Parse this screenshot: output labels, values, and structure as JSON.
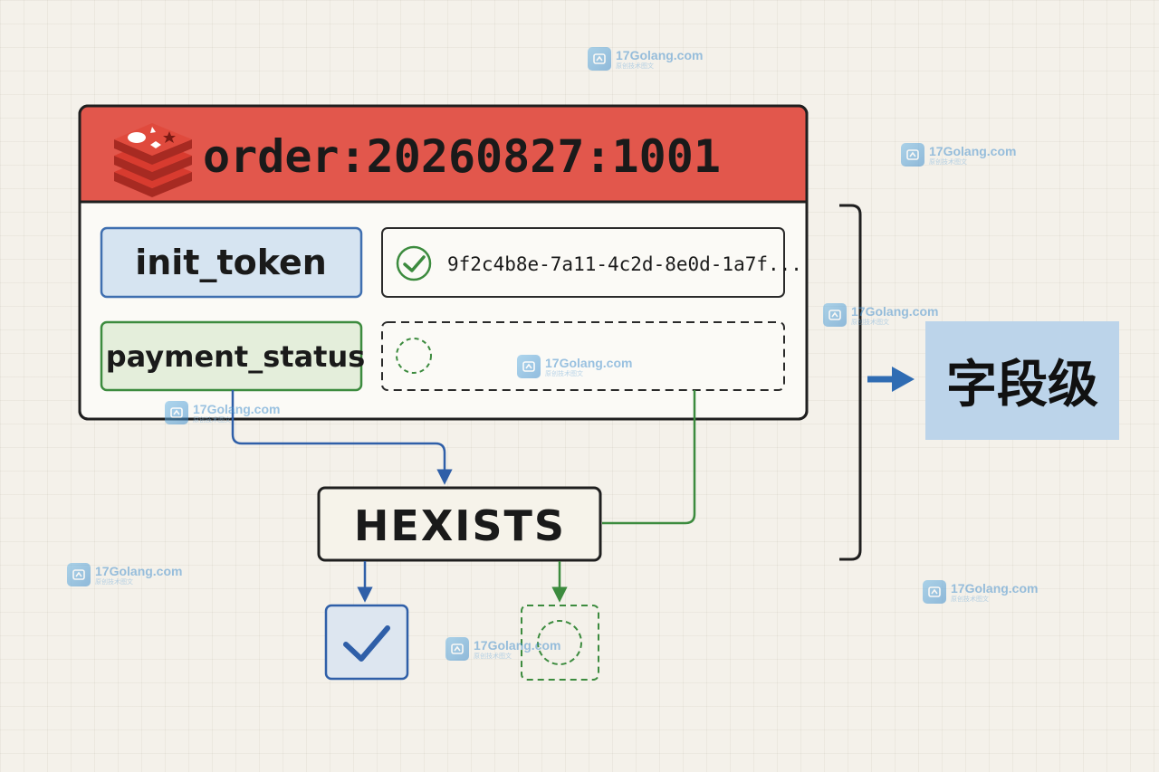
{
  "key": {
    "name": "order:20260827:1001"
  },
  "fields": [
    {
      "name": "init_token",
      "value": "9f2c4b8e-7a11-4c2d-8e0d-1a7f...",
      "exists": true
    },
    {
      "name": "payment_status",
      "value": "",
      "exists": false
    }
  ],
  "command": {
    "label": "HEXISTS"
  },
  "result": {
    "label": "字段级"
  },
  "watermark": {
    "name": "17Golang.com",
    "sub": "原创技术图文"
  },
  "colors": {
    "redis_red": "#e2574c",
    "field_blue": "#3f6fb0",
    "field_blue_fill": "#d6e4f1",
    "field_green": "#3c8b3e",
    "field_green_fill": "#e4eedb",
    "result_fill": "#bcd4ea"
  }
}
